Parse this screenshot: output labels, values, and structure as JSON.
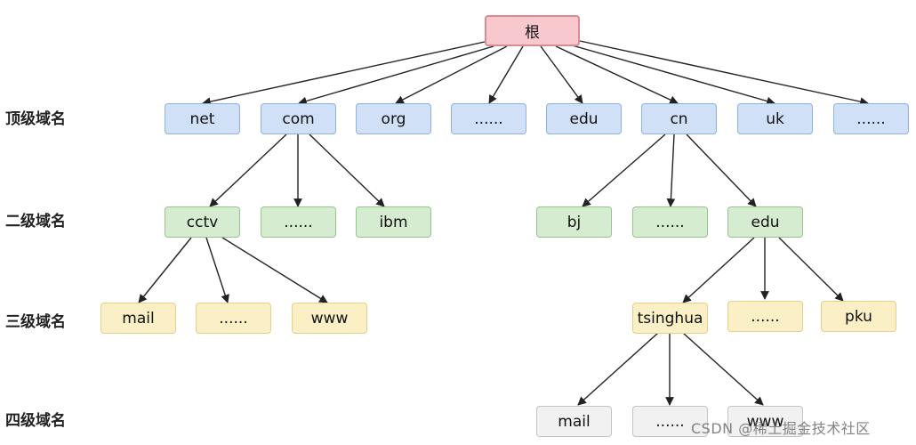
{
  "levels": {
    "top": "顶级域名",
    "second": "二级域名",
    "third": "三级域名",
    "fourth": "四级域名"
  },
  "nodes": {
    "root": "根",
    "net": "net",
    "com": "com",
    "org": "org",
    "top_dots_1": "......",
    "edu_top": "edu",
    "cn": "cn",
    "uk": "uk",
    "top_dots_2": "......",
    "cctv": "cctv",
    "com_dots": "......",
    "ibm": "ibm",
    "bj": "bj",
    "cn_dots": "......",
    "edu_cn": "edu",
    "mail_cctv": "mail",
    "cctv_dots": "......",
    "www_cctv": "www",
    "tsinghua": "tsinghua",
    "edu_dots": "......",
    "pku": "pku",
    "mail_tsinghua": "mail",
    "tsinghua_dots": "......",
    "www_tsinghua": "www"
  },
  "watermark": "CSDN @稀土掘金技术社区"
}
